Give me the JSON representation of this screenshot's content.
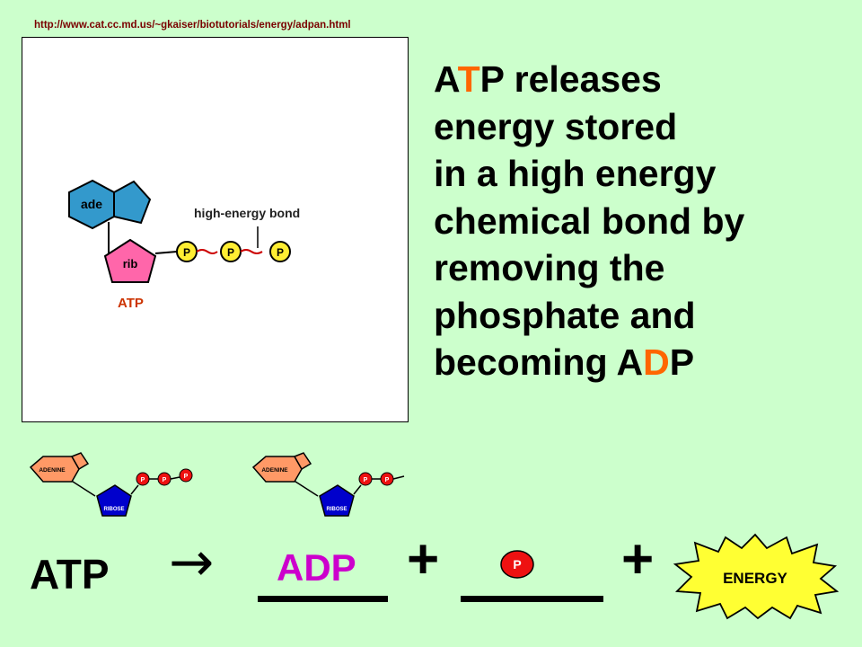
{
  "source_url": "http://www.cat.cc.md.us/~gkaiser/biotutorials/energy/adpan.html",
  "diagram": {
    "ade_label": "ade",
    "rib_label": "rib",
    "atp_label": "ATP",
    "bond_label": "high-energy bond",
    "phosphate_label": "P"
  },
  "main_text": {
    "l1_a": "A",
    "l1_t": "T",
    "l1_rest": "P releases",
    "l2": "energy stored",
    "l3": "in a high energy",
    "l4": "chemical bond by",
    "l5": "removing the",
    "l6": "phosphate and",
    "l7_start": "becoming A",
    "l7_d": "D",
    "l7_end": "P"
  },
  "small_diagrams": {
    "adenine_label": "ADENINE",
    "ribose_label": "RIBOSE",
    "phosphate_label": "P"
  },
  "equation": {
    "reactant": "ATP",
    "arrow": "→",
    "product1": "ADP",
    "plus": "+",
    "phosphate_label": "P",
    "energy_label": "ENERGY"
  },
  "colors": {
    "background": "#ccffcc",
    "adenine": "#3399cc",
    "ribose": "#ff66aa",
    "phosphate": "#ffee33",
    "highlight": "#ff6600",
    "adp": "#cc00cc",
    "small_adenine": "#ff9966",
    "small_ribose": "#0000cc",
    "small_phosphate": "#ee1111",
    "energy_burst": "#ffff33"
  }
}
